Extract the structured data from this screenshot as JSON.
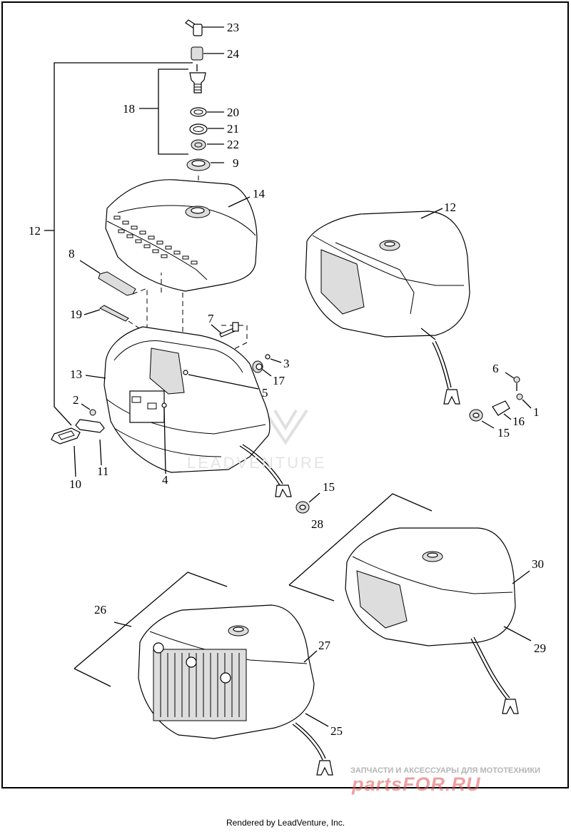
{
  "diagram": {
    "callouts": [
      {
        "id": "c23",
        "text": "23"
      },
      {
        "id": "c24",
        "text": "24"
      },
      {
        "id": "c18",
        "text": "18"
      },
      {
        "id": "c20",
        "text": "20"
      },
      {
        "id": "c21",
        "text": "21"
      },
      {
        "id": "c22",
        "text": "22"
      },
      {
        "id": "c9",
        "text": "9"
      },
      {
        "id": "c14",
        "text": "14"
      },
      {
        "id": "c12a",
        "text": "12"
      },
      {
        "id": "c12b",
        "text": "12"
      },
      {
        "id": "c8",
        "text": "8"
      },
      {
        "id": "c19",
        "text": "19"
      },
      {
        "id": "c7",
        "text": "7"
      },
      {
        "id": "c3",
        "text": "3"
      },
      {
        "id": "c13",
        "text": "13"
      },
      {
        "id": "c17",
        "text": "17"
      },
      {
        "id": "c5",
        "text": "5"
      },
      {
        "id": "c6",
        "text": "6"
      },
      {
        "id": "c2",
        "text": "2"
      },
      {
        "id": "c1",
        "text": "1"
      },
      {
        "id": "c16",
        "text": "16"
      },
      {
        "id": "c15a",
        "text": "15"
      },
      {
        "id": "c11",
        "text": "11"
      },
      {
        "id": "c4",
        "text": "4"
      },
      {
        "id": "c10",
        "text": "10"
      },
      {
        "id": "c15b",
        "text": "15"
      },
      {
        "id": "c28",
        "text": "28"
      },
      {
        "id": "c30",
        "text": "30"
      },
      {
        "id": "c26",
        "text": "26"
      },
      {
        "id": "c29",
        "text": "29"
      },
      {
        "id": "c27",
        "text": "27"
      },
      {
        "id": "c25",
        "text": "25"
      }
    ]
  },
  "watermark": {
    "brand": "LEADVENTURE"
  },
  "shop": {
    "tagline": "ЗАПЧАСТИ И АКСЕССУАРЫ ДЛЯ МОТОТЕХНИКИ",
    "logo": "partsFOR.RU"
  },
  "footer": {
    "text": "Rendered by LeadVenture, Inc."
  }
}
